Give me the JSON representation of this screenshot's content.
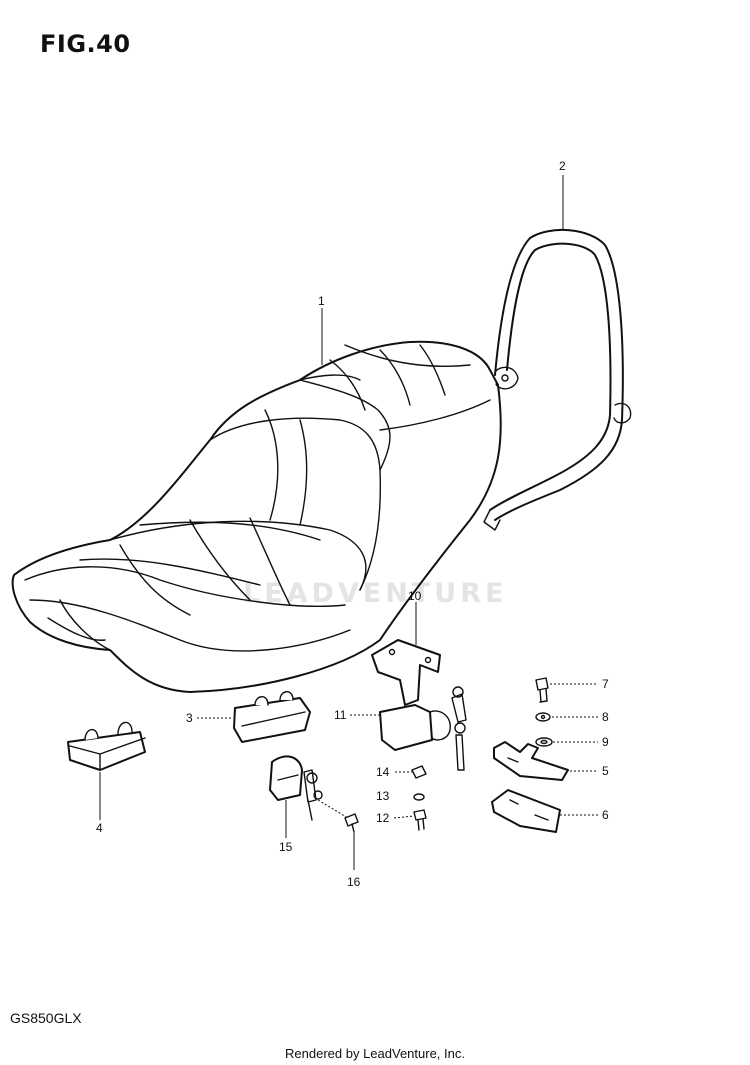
{
  "figure_title": "FIG.40",
  "model_code": "GS850GLX",
  "footer": "Rendered by LeadVenture, Inc.",
  "watermark": "LEADVENTURE",
  "callouts": [
    "1",
    "2",
    "3",
    "4",
    "5",
    "6",
    "7",
    "8",
    "9",
    "10",
    "11",
    "12",
    "13",
    "14",
    "15",
    "16"
  ]
}
